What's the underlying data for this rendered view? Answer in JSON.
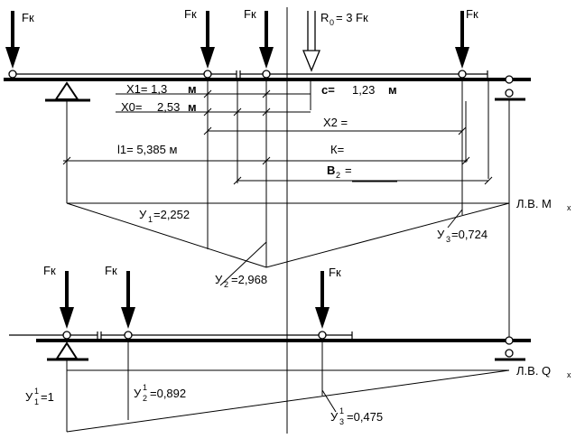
{
  "top": {
    "force_label": "Fк",
    "resultant_label": "R",
    "resultant_sub": "0",
    "resultant_eq": "= 3 Fк",
    "dims": {
      "x1": "X1= 1,3",
      "x1_unit": "м",
      "x0": "X0=",
      "x0_value": "2,53",
      "x0_unit": "м",
      "c": "c=",
      "c_value": "1,23",
      "c_unit": "м",
      "x2": "X2 =",
      "l1": "l1= 5,385 м",
      "k": "К=",
      "b2": "B",
      "b2_sub": "2",
      "b2_eq": "="
    },
    "influence_line_label": "Л.В. М",
    "influence_line_sub": "x",
    "ordinates": {
      "y1": "У",
      "y1_sub": "1",
      "y1_value": "=2,252",
      "y2": "У",
      "y2_sub": "2",
      "y2_value": "=2,968",
      "y3": "У",
      "y3_sub": "3",
      "y3_value": "=0,724"
    }
  },
  "bottom": {
    "force_label": "Fк",
    "influence_line_label": "Л.В. Q",
    "influence_line_sub": "x",
    "ordinates": {
      "y1": "У",
      "y1_sup": "1",
      "y1_sub": "1",
      "y1_value": "=1",
      "y2": "У",
      "y2_sup": "1",
      "y2_sub": "2",
      "y2_value": "=0,892",
      "y3": "У",
      "y3_sup": "1",
      "y3_sub": "3",
      "y3_value": "=0,475"
    }
  }
}
